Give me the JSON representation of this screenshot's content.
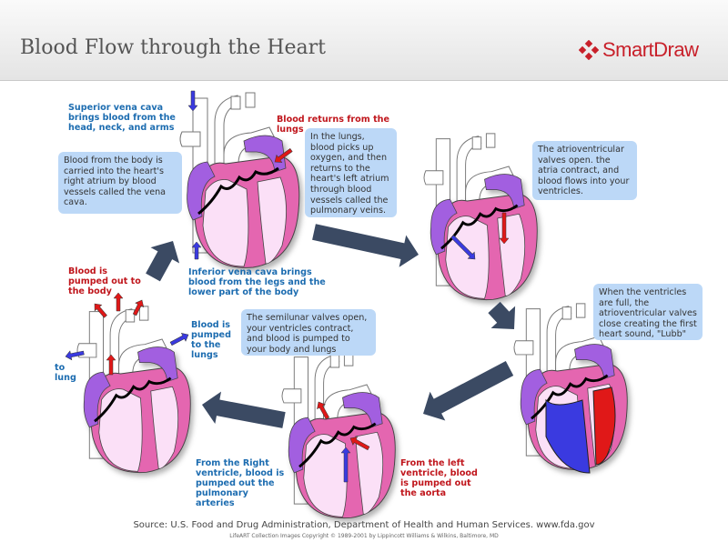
{
  "header": {
    "title": "Blood Flow through the Heart",
    "logo_text": "SmartDraw",
    "logo_color": "#c8202a"
  },
  "colors": {
    "callout": "#bcd8f7",
    "label_blue": "#1c6cb0",
    "label_red": "#c0161c",
    "flow_arrow": "#3b4a63",
    "atrium": "#a25ee0",
    "ventricle_wall": "#e466b0",
    "chamber": "#fbe0f7"
  },
  "steps": [
    {
      "callout": "Blood from the body is carried into the heart's right atrium by blood vessels called the vena cava.",
      "labels": {
        "superior": "Superior vena cava brings blood from the head, neck, and arms",
        "inferior": "Inferior vena cava brings blood from the legs and the lower part of the body"
      }
    },
    {
      "callout": "In the lungs, blood picks up oxygen, and then returns to the heart's left atrium through blood vessels called the pulmonary veins.",
      "labels": {
        "returns": "Blood returns from the lungs"
      }
    },
    {
      "callout": "The atrioventricular valves open. the atria contract, and blood flows into your ventricles."
    },
    {
      "callout": "When the ventricles are full, the atrioventricular valves close creating the first heart sound, \"Lubb\""
    },
    {
      "callout": "The semilunar valves open, your ventricles contract, and blood is pumped to your body and lungs",
      "labels": {
        "right": "From the Right ventricle, blood is pumped out the pulmonary arteries",
        "left": "From the left ventricle, blood is pumped out the aorta"
      }
    },
    {
      "labels": {
        "body": "Blood is pumped out to the body",
        "lungs": "Blood is pumped to the lungs",
        "to_lung": "to lung"
      }
    }
  ],
  "footer": {
    "source": "Source: U.S. Food and Drug Administration, Department of Health and Human Services. www.fda.gov",
    "copyright": "LifeART Collection Images Copyright © 1989-2001 by Lippincott Williams & Wilkins, Baltimore, MD"
  }
}
